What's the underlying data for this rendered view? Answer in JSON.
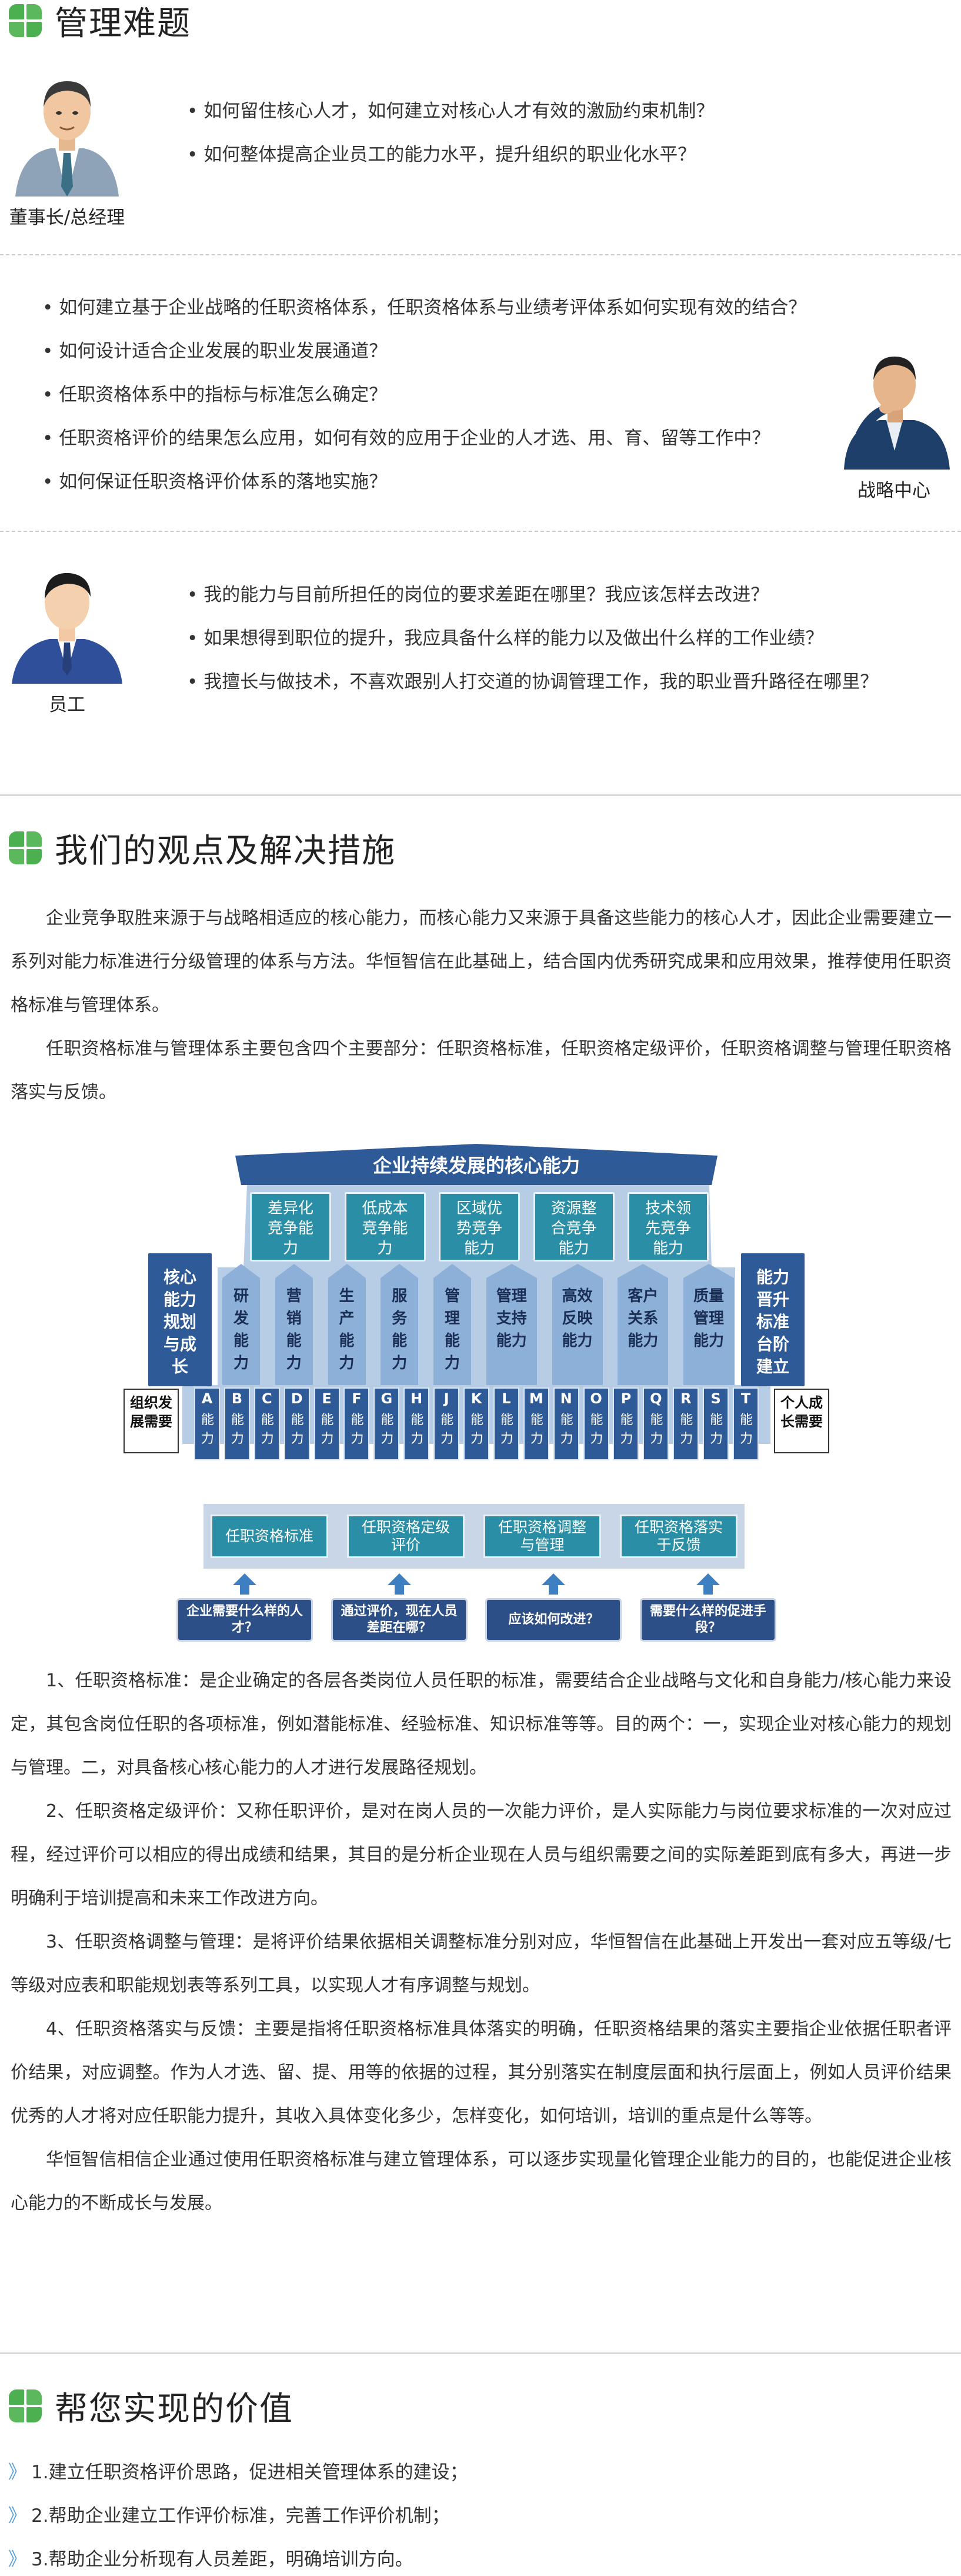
{
  "sections": {
    "problems": {
      "title": "管理难题",
      "chairman": {
        "caption": "董事长/总经理",
        "questions": [
          "如何留住核心人才，如何建立对核心人才有效的激励约束机制？",
          "如何整体提高企业员工的能力水平，提升组织的职业化水平？"
        ]
      },
      "strategy": {
        "caption": "战略中心",
        "questions": [
          "如何建立基于企业战略的任职资格体系，任职资格体系与业绩考评体系如何实现有效的结合？",
          "如何设计适合企业发展的职业发展通道？",
          "任职资格体系中的指标与标准怎么确定？",
          "任职资格评价的结果怎么应用，如何有效的应用于企业的人才选、用、育、留等工作中？",
          "如何保证任职资格评价体系的落地实施？"
        ]
      },
      "employee": {
        "caption": "员工",
        "questions": [
          "我的能力与目前所担任的岗位的要求差距在哪里？我应该怎样去改进？",
          "如果想得到职位的提升，我应具备什么样的能力以及做出什么样的工作业绩？",
          "我擅长与做技术，不喜欢跟别人打交道的协调管理工作，我的职业晋升路径在哪里？"
        ]
      }
    },
    "solution": {
      "title": "我们的观点及解决措施",
      "intro": [
        "企业竞争取胜来源于与战略相适应的核心能力，而核心能力又来源于具备这些能力的核心人才，因此企业需要建立一系列对能力标准进行分级管理的体系与方法。华恒智信在此基础上，结合国内优秀研究成果和应用效果，推荐使用任职资格标准与管理体系。",
        "任职资格标准与管理体系主要包含四个主要部分：任职资格标准，任职资格定级评价，任职资格调整与管理任职资格落实与反馈。"
      ],
      "diagram": {
        "roof": "企业持续发展的核心能力",
        "core": [
          "差异化竞争能力",
          "低成本竞争能力",
          "区域优势竞争能力",
          "资源整合竞争能力",
          "技术领先竞争能力"
        ],
        "left_pillar": "核心能力规划与成长",
        "right_pillar": "能力晋升标准台阶建立",
        "functions": [
          "研发能力",
          "营销能力",
          "生产能力",
          "服务能力",
          "管理能力",
          "管理支持能力",
          "高效反映能力",
          "客户关系能力",
          "质量管理能力"
        ],
        "letters": [
          "A",
          "B",
          "C",
          "D",
          "E",
          "F",
          "G",
          "H",
          "J",
          "K",
          "L",
          "M",
          "N",
          "O",
          "P",
          "Q",
          "R",
          "S",
          "T"
        ],
        "letter_word": "能力",
        "org_need": "组织发展需要",
        "personal_need": "个人成长需要",
        "process": [
          "任职资格标准",
          "任职资格定级评价",
          "任职资格调整与管理",
          "任职资格落实于反馈"
        ],
        "questions": [
          "企业需要什么样的人才？",
          "通过评价，现在人员差距在哪？",
          "应该如何改进？",
          "需要什么样的促进手段？"
        ]
      },
      "details": [
        "1、任职资格标准：是企业确定的各层各类岗位人员任职的标准，需要结合企业战略与文化和自身能力/核心能力来设定，其包含岗位任职的各项标准，例如潜能标准、经验标准、知识标准等等。目的两个：一，实现企业对核心能力的规划与管理。二，对具备核心核心能力的人才进行发展路径规划。",
        "2、任职资格定级评价：又称任职评价，是对在岗人员的一次能力评价，是人实际能力与岗位要求标准的一次对应过程，经过评价可以相应的得出成绩和结果，其目的是分析企业现在人员与组织需要之间的实际差距到底有多大，再进一步明确利于培训提高和未来工作改进方向。",
        "3、任职资格调整与管理：是将评价结果依据相关调整标准分别对应，华恒智信在此基础上开发出一套对应五等级/七等级对应表和职能规划表等系列工具，以实现人才有序调整与规划。",
        "4、任职资格落实与反馈：主要是指将任职资格标准具体落实的明确，任职资格结果的落实主要指企业依据任职者评价结果，对应调整。作为人才选、留、提、用等的依据的过程，其分别落实在制度层面和执行层面上，例如人员评价结果优秀的人才将对应任职能力提升，其收入具体变化多少，怎样变化，如何培训，培训的重点是什么等等。",
        "华恒智信相信企业通过使用任职资格标准与建立管理体系，可以逐步实现量化管理企业能力的目的，也能促进企业核心能力的不断成长与发展。"
      ]
    },
    "value": {
      "title": "帮您实现的价值",
      "items": [
        "1.建立任职资格评价思路，促进相关管理体系的建设；",
        "2.帮助企业建立工作评价标准，完善工作评价机制；",
        "3.帮助企业分析现有人员差距，明确培训方向。"
      ]
    }
  },
  "colors": {
    "accent_green": "#4caf50",
    "diagram_navy": "#2e5a98",
    "diagram_teal": "#2a8fa6",
    "diagram_light": "#b7cde6"
  },
  "icons": [
    "section-squares-icon",
    "businessman-avatar-icon",
    "chevron-right-icon",
    "up-arrow-icon"
  ]
}
